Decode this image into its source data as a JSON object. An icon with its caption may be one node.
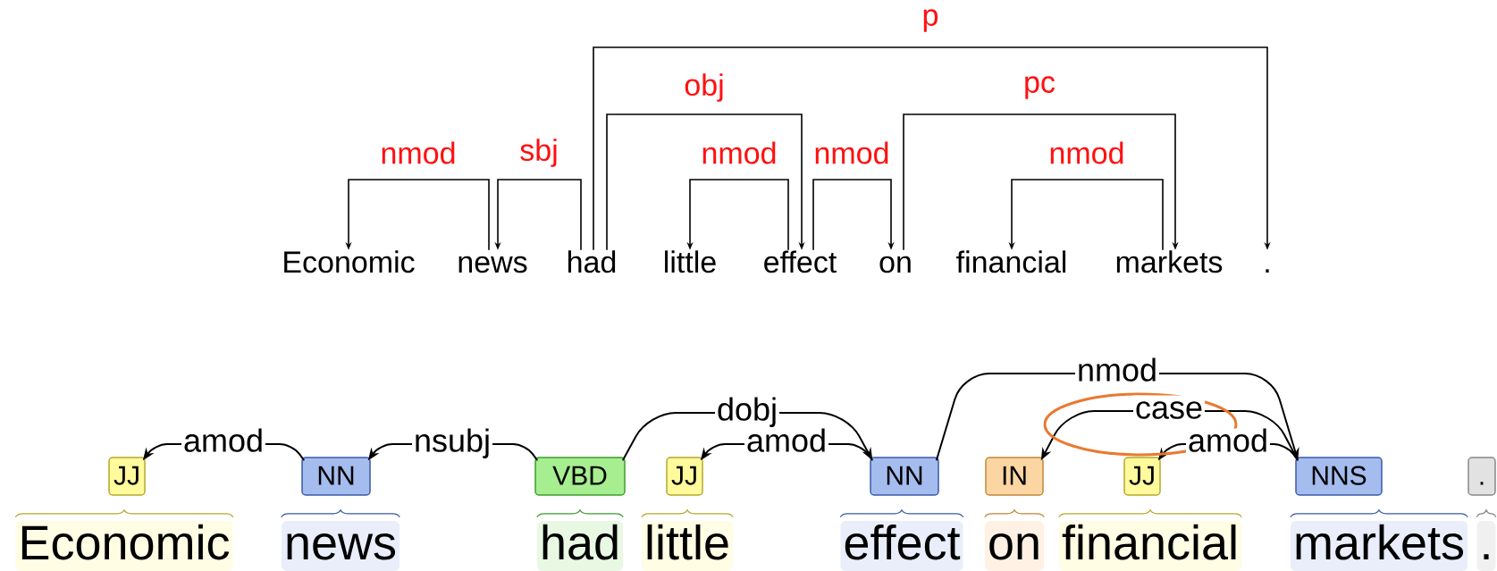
{
  "diagram": {
    "nodes": [
      {
        "text": [
          "Economic"
        ]
      },
      {
        "text": [
          "news"
        ]
      },
      {
        "text": [
          "had"
        ]
      },
      {
        "text": [
          "little"
        ]
      },
      {
        "text": [
          "effect"
        ]
      },
      {
        "text": [
          "on"
        ]
      },
      {
        "text": [
          "financial"
        ]
      },
      {
        "text": [
          "markets"
        ]
      },
      {
        "text": [
          "."
        ]
      },
      {
        "text": [
          "JJ"
        ]
      },
      {
        "text": [
          "NN"
        ]
      },
      {
        "text": [
          "VBD"
        ]
      },
      {
        "text": [
          "JJ"
        ]
      },
      {
        "text": [
          "NN"
        ]
      },
      {
        "text": [
          "IN"
        ]
      },
      {
        "text": [
          "JJ"
        ]
      },
      {
        "text": [
          "NNS"
        ]
      },
      {
        "text": [
          "."
        ]
      },
      {
        "text": [
          "Economic"
        ]
      },
      {
        "text": [
          "news"
        ]
      },
      {
        "text": [
          "had"
        ]
      },
      {
        "text": [
          "little"
        ]
      },
      {
        "text": [
          "effect"
        ]
      },
      {
        "text": [
          "on"
        ]
      },
      {
        "text": [
          "financial"
        ]
      },
      {
        "text": [
          "markets"
        ]
      },
      {
        "text": [
          "."
        ]
      }
    ],
    "edges": [
      {
        "from": 1,
        "to": 0,
        "arrow": "to",
        "label": "nmod"
      },
      {
        "from": 2,
        "to": 1,
        "arrow": "to",
        "label": "sbj"
      },
      {
        "from": 2,
        "to": 4,
        "arrow": "to",
        "label": "obj"
      },
      {
        "from": 2,
        "to": 8,
        "arrow": "to",
        "label": "p"
      },
      {
        "from": 4,
        "to": 3,
        "arrow": "to",
        "label": "nmod"
      },
      {
        "from": 4,
        "to": 5,
        "arrow": "to",
        "label": "nmod"
      },
      {
        "from": 5,
        "to": 7,
        "arrow": "to",
        "label": "pc"
      },
      {
        "from": 7,
        "to": 6,
        "arrow": "to",
        "label": "nmod"
      },
      {
        "from": 10,
        "to": 9,
        "arrow": "to",
        "label": "amod"
      },
      {
        "from": 11,
        "to": 10,
        "arrow": "to",
        "label": "nsubj"
      },
      {
        "from": 11,
        "to": 13,
        "arrow": "to",
        "label": "dobj"
      },
      {
        "from": 13,
        "to": 12,
        "arrow": "to",
        "label": "amod"
      },
      {
        "from": 13,
        "to": 16,
        "arrow": "to",
        "label": "nmod"
      },
      {
        "from": 16,
        "to": 14,
        "arrow": "to",
        "label": "case"
      },
      {
        "from": 16,
        "to": 15,
        "arrow": "to",
        "label": "amod"
      }
    ]
  }
}
